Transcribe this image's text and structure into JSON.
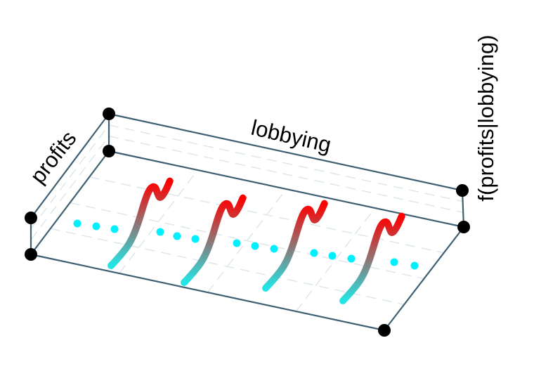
{
  "chart_data": {
    "type": "3d-curves",
    "axes": {
      "x": "lobbying",
      "y": "profits",
      "z": "f(profits|lobbying)"
    },
    "lobbying_positions": [
      1,
      2,
      3,
      4
    ],
    "density_curve": {
      "profits": [
        0.0,
        0.2,
        0.4,
        0.55,
        0.7,
        0.8,
        0.9,
        0.95,
        1.0,
        1.1,
        1.2
      ],
      "density": [
        0.0,
        0.05,
        0.15,
        0.4,
        0.8,
        0.95,
        0.9,
        0.7,
        0.55,
        0.6,
        0.75
      ]
    },
    "mean_line": "dotted",
    "grid": true,
    "colors": {
      "low": "#22e6e6",
      "high": "#ff0000",
      "mean_dots": "#00f0ff",
      "box": "#3f5f73"
    }
  }
}
